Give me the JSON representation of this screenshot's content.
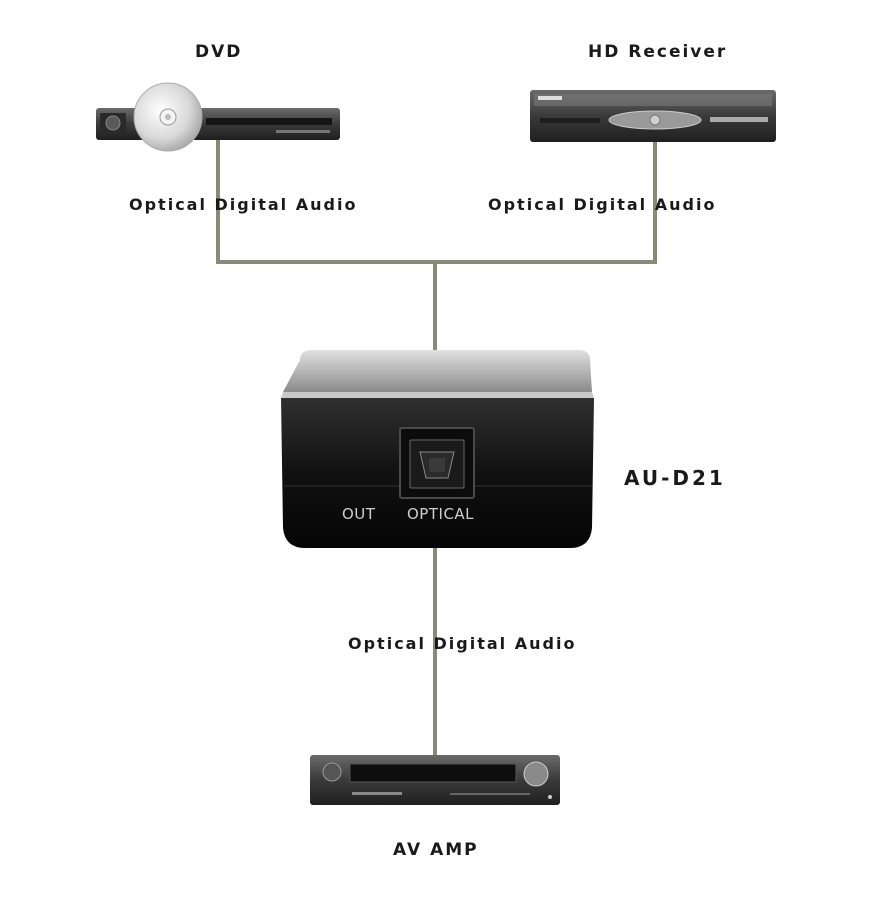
{
  "devices": {
    "dvd": {
      "label": "DVD"
    },
    "hd_receiver": {
      "label": "HD Receiver"
    },
    "converter": {
      "label": "AU-D21",
      "port_out": "OUT",
      "port_optical": "OPTICAL"
    },
    "av_amp": {
      "label": "AV AMP"
    }
  },
  "connections": {
    "dvd_link": "Optical  Digital Audio",
    "receiver_link": "Optical Digital  Audio",
    "amp_link": "Optical  Digital Audio"
  },
  "colors": {
    "cable": "#8a8a78",
    "device_dark": "#2a2a2a",
    "label_text": "#1a1a1a"
  }
}
